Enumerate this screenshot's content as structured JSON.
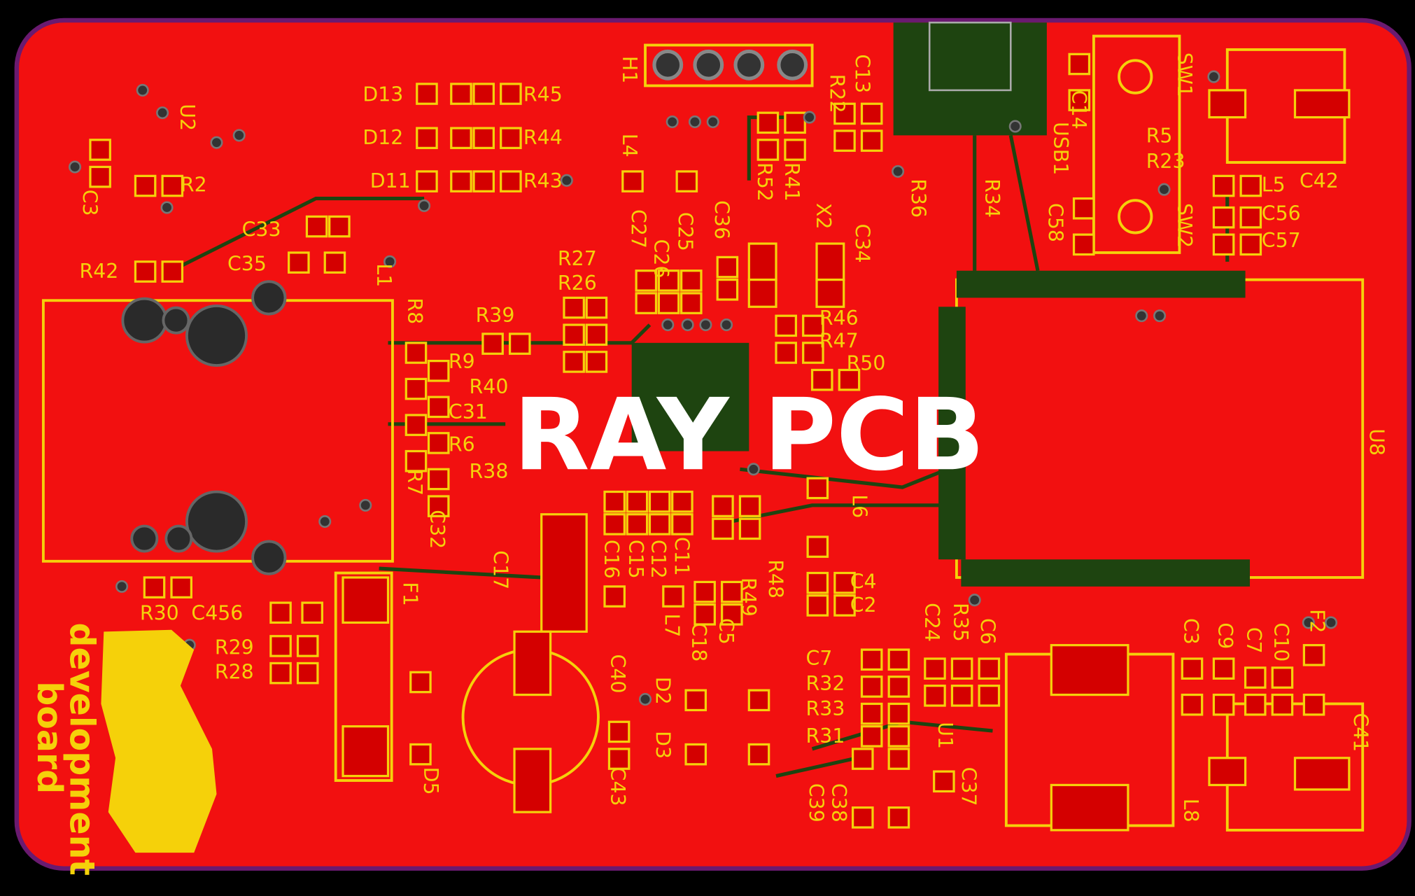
{
  "board": {
    "title": "RAY PCB",
    "logo_line1": "development",
    "logo_line2": "board",
    "colors": {
      "copper": "#f21010",
      "silkscreen": "#f5d10a",
      "trace": "#1e4410",
      "outline": "#6a1a70",
      "background": "#000000",
      "title_text": "#ffffff"
    },
    "designators": [
      "U2",
      "C3",
      "R2",
      "C33",
      "C35",
      "R42",
      "L1",
      "D13",
      "D12",
      "D11",
      "R45",
      "R44",
      "R43",
      "H1",
      "L4",
      "C27",
      "C26",
      "C25",
      "C36",
      "R22",
      "C13",
      "R52",
      "R41",
      "X2",
      "C34",
      "R36",
      "R34",
      "USB1",
      "C58",
      "C14",
      "SW1",
      "R5",
      "R23",
      "SW2",
      "L5",
      "C42",
      "C56",
      "C57",
      "R27",
      "R26",
      "R39",
      "R8",
      "R9",
      "R40",
      "C31",
      "R6",
      "R7",
      "R38",
      "C32",
      "R46",
      "R47",
      "R50",
      "L6",
      "R48",
      "R49",
      "C4",
      "C2",
      "C16",
      "C15",
      "C12",
      "C11",
      "C17",
      "L7",
      "C18",
      "C5",
      "C40",
      "D2",
      "D3",
      "C43",
      "D5",
      "F1",
      "R30",
      "C456",
      "R29",
      "R28",
      "C7",
      "R32",
      "R33",
      "R31",
      "C24",
      "R35",
      "C6",
      "U1",
      "C37",
      "C38",
      "C39",
      "C3",
      "C9",
      "C7",
      "C10",
      "F2",
      "C41",
      "L8",
      "U8"
    ]
  }
}
